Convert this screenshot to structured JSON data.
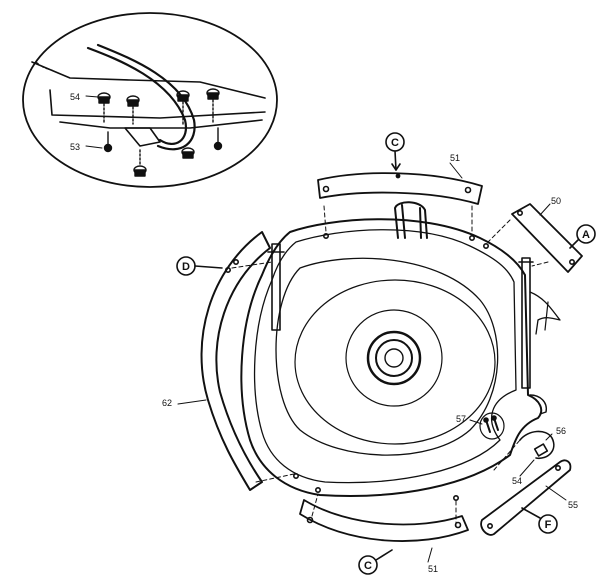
{
  "callouts": {
    "c_top": "C",
    "c_bottom": "C",
    "a": "A",
    "d": "D",
    "f": "F"
  },
  "parts": {
    "p51_top": "51",
    "p51_bottom": "51",
    "p50": "50",
    "p62": "62",
    "p57": "57",
    "p56": "56",
    "p54_right": "54",
    "p55": "55",
    "p54_inset": "54",
    "p53_inset": "53"
  }
}
